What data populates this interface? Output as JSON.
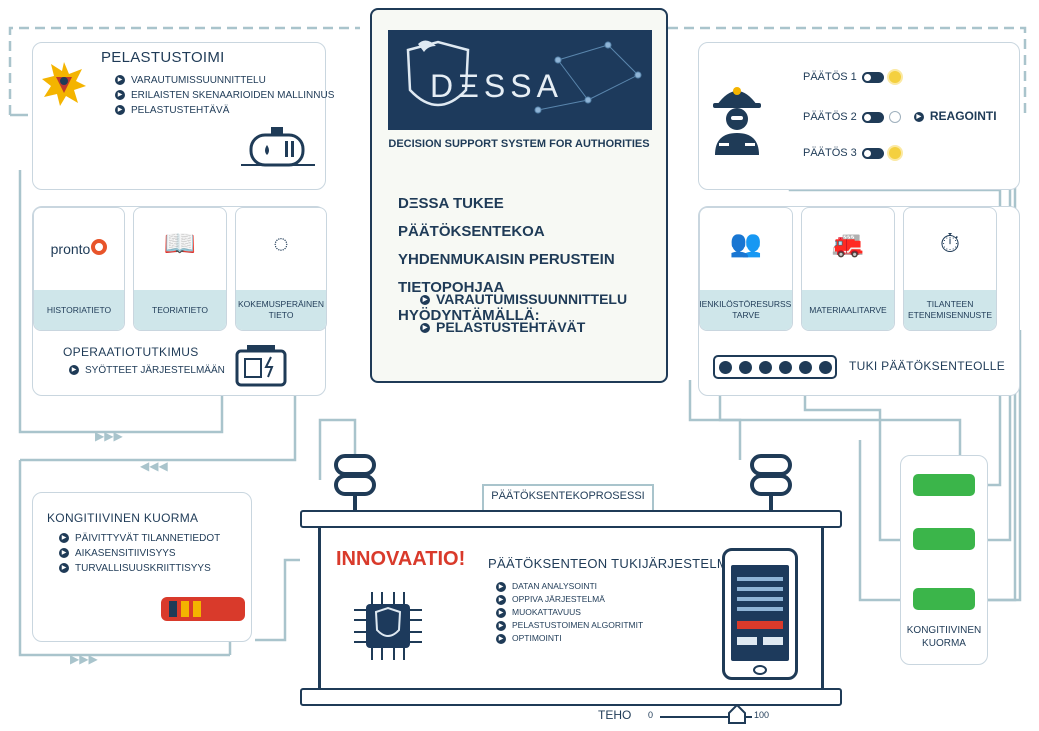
{
  "colors": {
    "navy": "#1f3b57",
    "teal": "#cfe6ea",
    "line": "#a9c4cc",
    "green": "#3bb54a",
    "red": "#d93a2b",
    "yellow": "#f4d03f"
  },
  "pelastustoimi": {
    "title": "PELASTUSTOIMI",
    "items": [
      "VARAUTUMISSUUNNITTELU",
      "ERILAISTEN SKENAARIOIDEN MALLINNUS",
      "PELASTUSTEHTÄVÄ"
    ]
  },
  "dessa": {
    "logo_text": "DΞSSA",
    "subtitle": "DECISION SUPPORT SYSTEM FOR AUTHORITIES",
    "statement": "DΞSSA TUKEE PÄÄTÖKSENTEKOA YHDENMUKAISIN PERUSTEIN TIETOPOHJAA HYÖDYNTÄMÄLLÄ:",
    "items": [
      "VARAUTUMISSUUNNITTELU",
      "PELASTUSTEHTÄVÄT"
    ]
  },
  "knowledge": {
    "pronto_logo": "pronto",
    "cards": [
      "HISTORIATIETO",
      "TEORIATIETO",
      "KOKEMUSPERÄINEN TIETO"
    ],
    "icons": [
      "pronto-logo-icon",
      "book-icon",
      "user-network-icon"
    ]
  },
  "operaatio": {
    "title": "OPERAATIOTUTKIMUS",
    "item": "SYÖTTEET JÄRJESTELMÄÄN"
  },
  "decisions": {
    "rows": [
      "PÄÄTÖS 1",
      "PÄÄTÖS 2",
      "PÄÄTÖS 3"
    ],
    "react_label": "REAGOINTI"
  },
  "resources": {
    "cards": [
      "HENKILÖSTÖRESURSSI-TARVE",
      "MATERIAALITARVE",
      "TILANTEEN ETENEMISENNUSTE"
    ],
    "icons": [
      "people-icon",
      "fire-truck-icon",
      "stopwatch-icon"
    ],
    "tuki_label": "TUKI PÄÄTÖKSENTEOLLE"
  },
  "kognitiivinen_left": {
    "title": "KONGITIIVINEN KUORMA",
    "items": [
      "PÄIVITTYVÄT TILANNETIEDOT",
      "AIKASENSITIIVISYYS",
      "TURVALLISUUSKRIITTISYYS"
    ]
  },
  "kognitiivinen_right": {
    "label": "KONGITIIVINEN KUORMA"
  },
  "process": {
    "label": "PÄÄTÖKSENTEKOPROSESSI",
    "innovation": "INNOVAATIO!",
    "system_title": "PÄÄTÖKSENTEON TUKIJÄRJESTELMÄ",
    "system_items": [
      "DATAN ANALYSOINTI",
      "OPPIVA JÄRJESTELMÄ",
      "MUOKATTAVUUS",
      "PELASTUSTOIMEN ALGORITMIT",
      "OPTIMOINTI"
    ]
  },
  "teho": {
    "label": "TEHO",
    "min": "0",
    "max": "100"
  }
}
